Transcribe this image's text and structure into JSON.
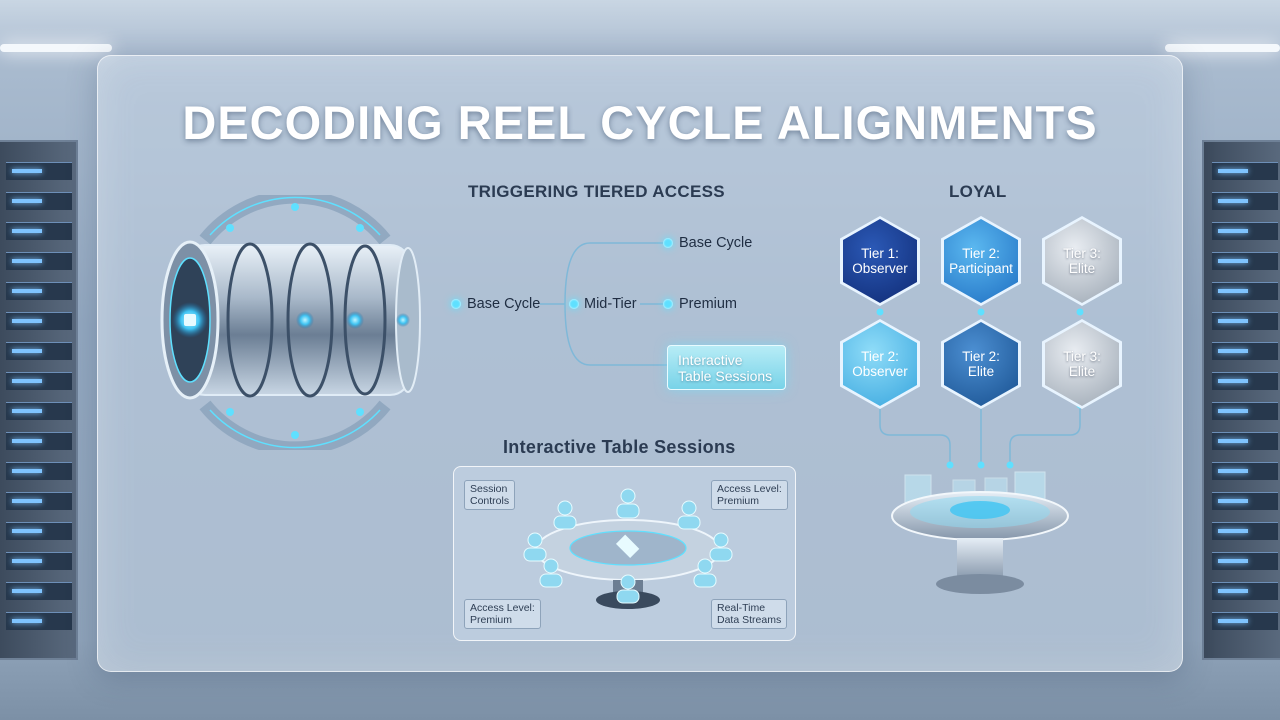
{
  "title": "DECODING REEL CYCLE ALIGNMENTS",
  "tiered_access": {
    "heading": "TRIGGERING TIERED ACCESS",
    "root": "Base Cycle",
    "middle": "Mid-Tier",
    "branches": [
      "Base Cycle",
      "Premium"
    ],
    "highlight": "Interactive Table Sessions"
  },
  "loyal": {
    "heading": "LOYAL",
    "tiers": [
      {
        "line1": "Tier 1:",
        "line2": "Observer",
        "style": "navy"
      },
      {
        "line1": "Tier 2:",
        "line2": "Participant",
        "style": "blue"
      },
      {
        "line1": "Tier 3:",
        "line2": "Elite",
        "style": "silver"
      },
      {
        "line1": "Tier 2:",
        "line2": "Observer",
        "style": "light"
      },
      {
        "line1": "Tier 2:",
        "line2": "Elite",
        "style": "steel"
      },
      {
        "line1": "Tier 3:",
        "line2": "Elite",
        "style": "silver"
      }
    ]
  },
  "table_sessions": {
    "heading": "Interactive Table Sessions",
    "tags": [
      {
        "line1": "Session",
        "line2": "Controls"
      },
      {
        "line1": "Access Level:",
        "line2": "Premium"
      },
      {
        "line1": "Access Level:",
        "line2": "Premium"
      },
      {
        "line1": "Real-Time",
        "line2": "Data Streams"
      }
    ]
  },
  "colors": {
    "accent_cyan": "#5fe0ff",
    "tier_navy": "#0f2a73",
    "tier_blue": "#1f6fc2",
    "tier_silver": "#9aa5b1"
  }
}
